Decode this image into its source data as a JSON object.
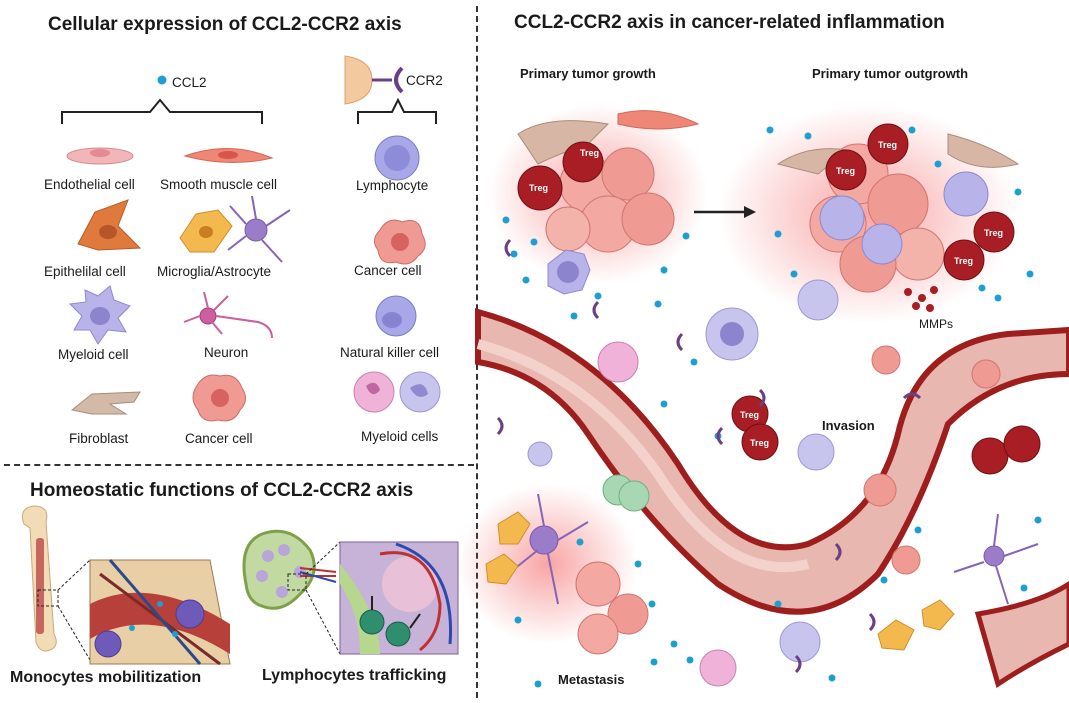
{
  "left_panel": {
    "title": "Cellular expression of CCL2-CCR2 axis",
    "ccl2_legend": "CCL2",
    "ccr2_legend": "CCR2",
    "ccl2_cells": [
      "Endothelial cell",
      "Smooth muscle cell",
      "Epithelilal cell",
      "Microglia/Astrocyte",
      "Myeloid cell",
      "Neuron",
      "Fibroblast",
      "Cancer cell"
    ],
    "ccr2_cells": [
      "Lymphocyte",
      "Cancer cell",
      "Natural killer cell",
      "Myeloid cells"
    ]
  },
  "bottom_panel": {
    "title": "Homeostatic functions of CCL2-CCR2 axis",
    "functions": [
      "Monocytes mobilitization",
      "Lymphocytes trafficking"
    ]
  },
  "right_panel": {
    "title": "CCL2-CCR2 axis in cancer-related inflammation",
    "stages": [
      "Primary tumor growth",
      "Primary tumor outgrowth"
    ],
    "treg_label": "Treg",
    "mmps_label": "MMPs",
    "invasion_label": "Invasion",
    "metastasis_label": "Metastasis"
  },
  "colors": {
    "ccl2_dot": "#1f9fd0",
    "ccr2_receptor": "#6b3f86",
    "treg": "#a81e24",
    "vessel": "#e8b7b0",
    "cancer_cell": "#f1a6a0",
    "myeloid": "#b7b4e6"
  }
}
